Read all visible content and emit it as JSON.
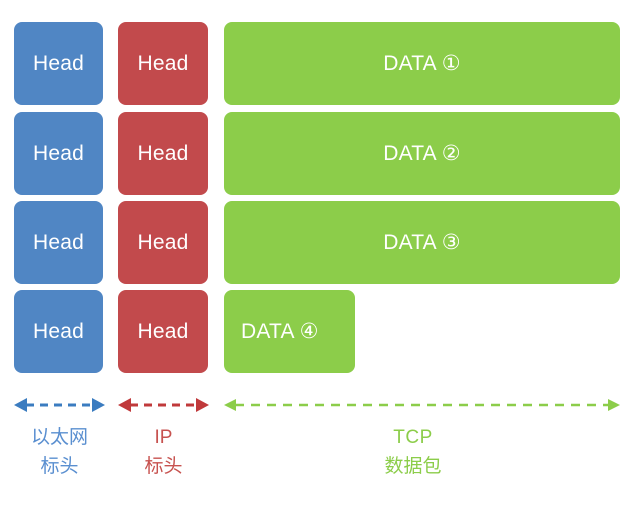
{
  "diagram": {
    "title": "TCP/IP packet encapsulation layout",
    "background": "#ffffff",
    "colors": {
      "ethernet": "#5086c4",
      "ip": "#c24a4c",
      "data": "#8ccd4a",
      "ethernet_text": "#5a8fd0",
      "ip_text": "#c7524f",
      "data_text": "#8ccd4a",
      "block_text": "#ffffff"
    }
  },
  "rows": [
    {
      "ethernet_label": "Head",
      "ip_label": "Head",
      "data_label": "DATA ①"
    },
    {
      "ethernet_label": "Head",
      "ip_label": "Head",
      "data_label": "DATA ②"
    },
    {
      "ethernet_label": "Head",
      "ip_label": "Head",
      "data_label": "DATA ③"
    },
    {
      "ethernet_label": "Head",
      "ip_label": "Head",
      "data_label": "DATA ④"
    }
  ],
  "captions": {
    "ethernet": {
      "line1": "以太网",
      "line2": "标头"
    },
    "ip": {
      "line1": "IP",
      "line2": "标头"
    },
    "tcp": {
      "line1": "TCP",
      "line2": "数据包"
    }
  },
  "arrows": {
    "ethernet_span": "double-headed-dashed-arrow",
    "ip_span": "double-headed-dashed-arrow",
    "tcp_span": "double-headed-dashed-arrow"
  }
}
